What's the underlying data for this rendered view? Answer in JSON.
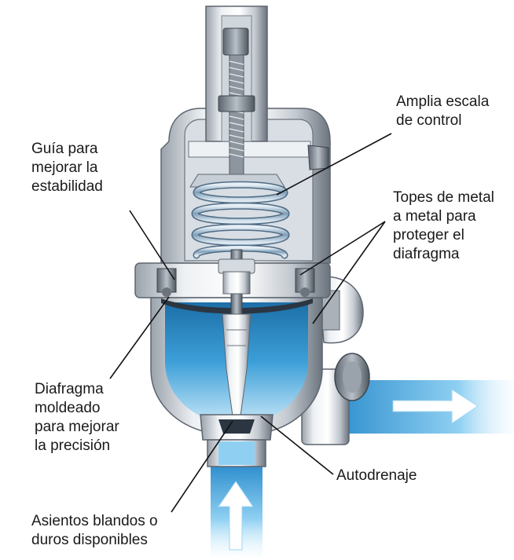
{
  "callouts": {
    "control_range": [
      "Amplia escala",
      "de control"
    ],
    "guide": [
      "Guía para",
      "mejorar la",
      "estabilidad"
    ],
    "metal_stops": [
      "Topes de metal",
      "a metal para",
      "proteger el",
      "diafragma"
    ],
    "diaphragm": [
      "Diafragma",
      "moldeado",
      "para mejorar",
      "la precisión"
    ],
    "self_drain": [
      "Autodrenaje"
    ],
    "seats": [
      "Asientos blandos o",
      "duros disponibles"
    ]
  },
  "colors": {
    "steel_light": "#eef1f4",
    "steel_mid": "#c3c9d0",
    "steel_dark": "#6b737d",
    "fluid_blue": "#3d9fd8",
    "fluid_light": "#bfe3f6",
    "flow_arrow": "#ffffff",
    "leader_line": "#111111"
  },
  "icons": {
    "inlet_arrow": "arrow-up",
    "outlet_arrow": "arrow-right"
  }
}
